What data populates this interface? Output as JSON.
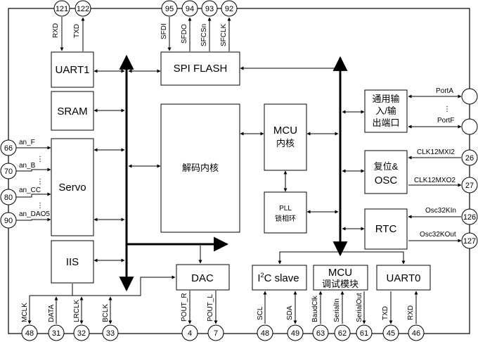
{
  "blocks": {
    "uart1": "UART1",
    "sram": "SRAM",
    "servo": "Servo",
    "iis": "IIS",
    "spi_flash": "SPI FLASH",
    "decoder_core": "解码内核",
    "mcu_core_line1": "MCU",
    "mcu_core_line2": "内核",
    "pll_line1": "PLL",
    "pll_line2": "锁相环",
    "gpio_line1": "通用输",
    "gpio_line2": "入/输",
    "gpio_line3": "出端口",
    "reset_osc_line1": "复位&",
    "reset_osc_line2": "OSC",
    "rtc": "RTC",
    "dac": "DAC",
    "i2c_main": "I",
    "i2c_sup": "2",
    "i2c_rest": "C slave",
    "mcu_debug_line1": "MCU",
    "mcu_debug_line2": "调试模块",
    "uart0": "UART0"
  },
  "top_pins": {
    "p121": "121",
    "p122": "122",
    "p95": "95",
    "p94": "94",
    "p93": "93",
    "p92": "92"
  },
  "top_signals": {
    "rxd": "RXD",
    "txd": "TXD",
    "sfdi": "SFDI",
    "sfdo": "SFDO",
    "sfcsn": "SFCSn",
    "sfclk": "SFCLK"
  },
  "left_pins": {
    "p66": "66",
    "p70": "70",
    "p80": "80",
    "p90": "90"
  },
  "left_signals": {
    "an_f": "an_F",
    "an_b": "an_B",
    "an_cc": "an_CC",
    "an_dao5": "an_DAO5",
    "dots": "⋮"
  },
  "right_pins": {
    "p26": "26",
    "p27": "27",
    "p126": "126",
    "p127": "127"
  },
  "right_signals": {
    "porta": "PortA",
    "portf": "PortF",
    "dots": "⋮",
    "clk12mxi2": "CLK12MXI2",
    "clk12mxo2": "CLK12MXO2",
    "osc32kin": "Osc32KIn",
    "osc32kout": "Osc32KOut"
  },
  "bottom_pins": {
    "p48a": "48",
    "p31": "31",
    "p32": "32",
    "p33": "33",
    "p4": "4",
    "p7": "7",
    "p48b": "48",
    "p49": "49",
    "p63": "63",
    "p62": "62",
    "p61": "61",
    "p45": "45",
    "p46": "46"
  },
  "bottom_signals": {
    "mclk": "MCLK",
    "data": "DATA",
    "lrclk": "LRCLK",
    "bclk": "BCLK",
    "pout_r": "POUT_R",
    "pout_l": "POUT_L",
    "scl": "SCL",
    "sda": "SDA",
    "baudclk": "BaudClk",
    "serialin": "SerialIn",
    "serialout": "SerialOut",
    "txd": "TXD",
    "rxd": "RXD"
  }
}
